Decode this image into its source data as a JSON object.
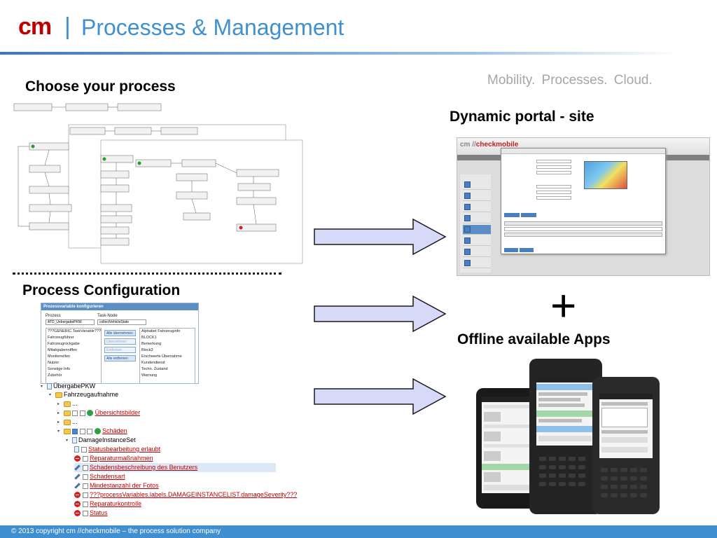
{
  "header": {
    "logo": "cm",
    "separator": "|",
    "title": "Processes & Management",
    "tagline": "Mobility.  Processes.   Cloud."
  },
  "sections": {
    "choose_process": "Choose your process",
    "process_configuration": "Process Configuration",
    "dynamic_portal": "Dynamic portal - site",
    "plus": "+",
    "offline_apps": "Offline available Apps"
  },
  "process_config": {
    "panel_title": "Prozessvariable konfigurieren",
    "label_prozess": "Prozess",
    "label_task_node": "Task-Node",
    "value_prozess": "ATD_UebergabePKW",
    "value_task_node": "collectVehicleState",
    "left_items": [
      "???GENERIC.TaskVariable???",
      "Fahrzeugführer",
      "Fahrzeugrückgabe",
      "Mitabgabenniffen",
      "Montierreifen",
      "Nutzer",
      "Sonstige Info",
      "Zubehör"
    ],
    "buttons": [
      "Alle übernehmen",
      "Übernehmen",
      "Entfernen",
      "Alle entfernen"
    ],
    "right_items": [
      "Alphabet Fahrzeuginfo",
      "BLOCK1",
      "Bemerkung",
      "Block3",
      "Erschwerte Übernahme",
      "Kundendienst",
      "Techn. Zustand",
      "Warnung"
    ]
  },
  "tree": {
    "root": "ÜbergabePKW",
    "fahrzeugaufnahme": "Fahrzeugaufnahme",
    "ellipsis1": "...",
    "uebersichtsbilder": "Übersichtsbilder",
    "ellipsis2": "...",
    "schaeden": "Schäden",
    "damage_set": "DamageInstanceSet",
    "items": [
      "Statusbearbeitung erlaubt",
      "Reparaturmaßnahmen",
      "Schadensbeschreibung des Benutzers",
      "Schadensart",
      "Mindestanzahl der Fotos",
      "???processVariables.labels.DAMAGEINSTANCELIST.damageSeverity???",
      "Reparaturkontrolle",
      "Status"
    ]
  },
  "portal": {
    "logo_prefix": "cm //",
    "logo_brand": "checkmobile"
  },
  "footer": {
    "copyright": "© 2013 copyright cm //checkmobile – the process solution company"
  },
  "colors": {
    "brand_red": "#c00000",
    "brand_blue": "#3f8fd1",
    "arrow_fill": "#d6d9f7"
  }
}
